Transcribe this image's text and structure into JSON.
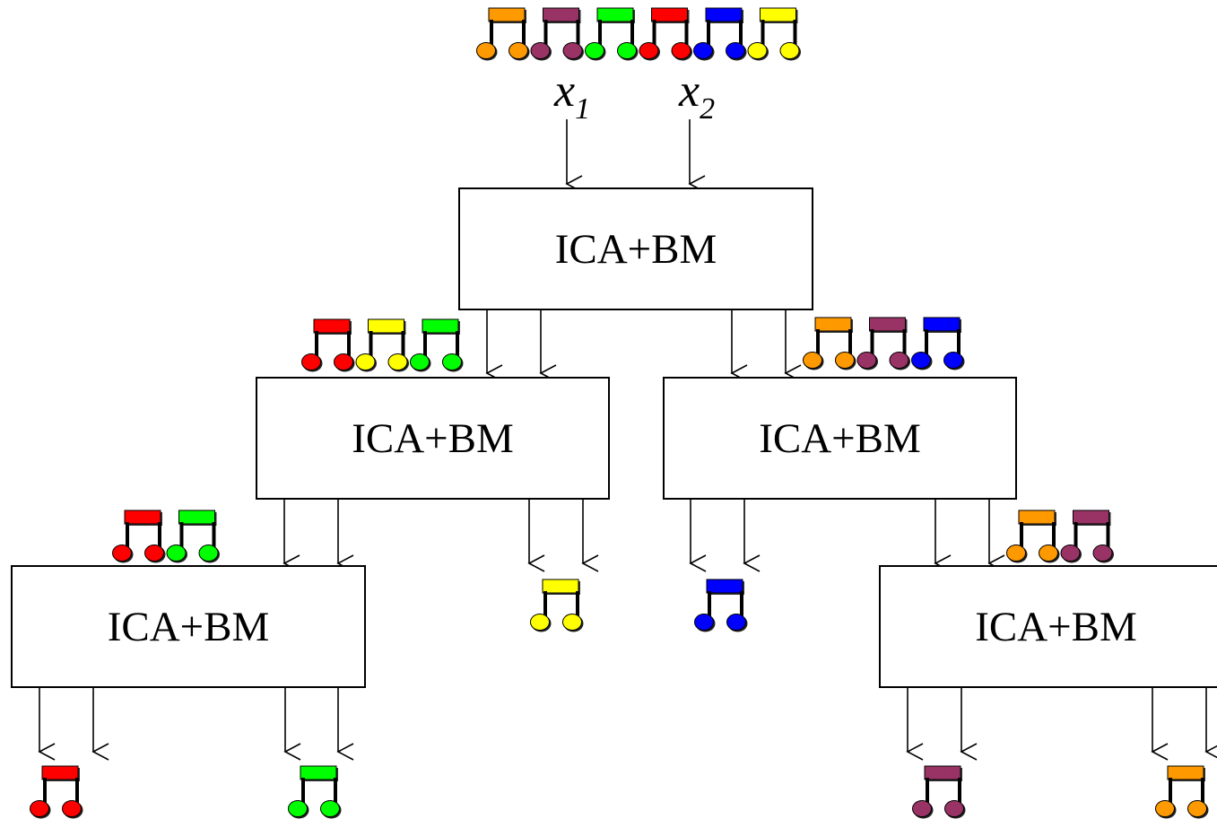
{
  "inputs": {
    "x1": {
      "base": "x",
      "sub": "1"
    },
    "x2": {
      "base": "x",
      "sub": "2"
    }
  },
  "nodes": {
    "root": {
      "label": "ICA+BM"
    },
    "left": {
      "label": "ICA+BM"
    },
    "right": {
      "label": "ICA+BM"
    },
    "left_left": {
      "label": "ICA+BM"
    },
    "right_right": {
      "label": "ICA+BM"
    }
  },
  "note_icons": "music-note-icon",
  "source_colors": {
    "orange": "#ff9900",
    "plum": "#993366",
    "green": "#00ff00",
    "red": "#ff0000",
    "blue": "#0000ff",
    "yellow": "#ffff00"
  },
  "groups": {
    "mixture": [
      "orange",
      "plum",
      "green",
      "red",
      "blue",
      "yellow"
    ],
    "root_left_output": [
      "red",
      "yellow",
      "green"
    ],
    "root_right_output": [
      "orange",
      "plum",
      "blue"
    ],
    "left_left_output": [
      "red",
      "green"
    ],
    "left_right_output": [
      "yellow"
    ],
    "right_left_output": [
      "blue"
    ],
    "right_right_output": [
      "orange",
      "plum"
    ],
    "final_red": [
      "red"
    ],
    "final_green": [
      "green"
    ],
    "final_plum": [
      "plum"
    ],
    "final_orange": [
      "orange"
    ]
  }
}
